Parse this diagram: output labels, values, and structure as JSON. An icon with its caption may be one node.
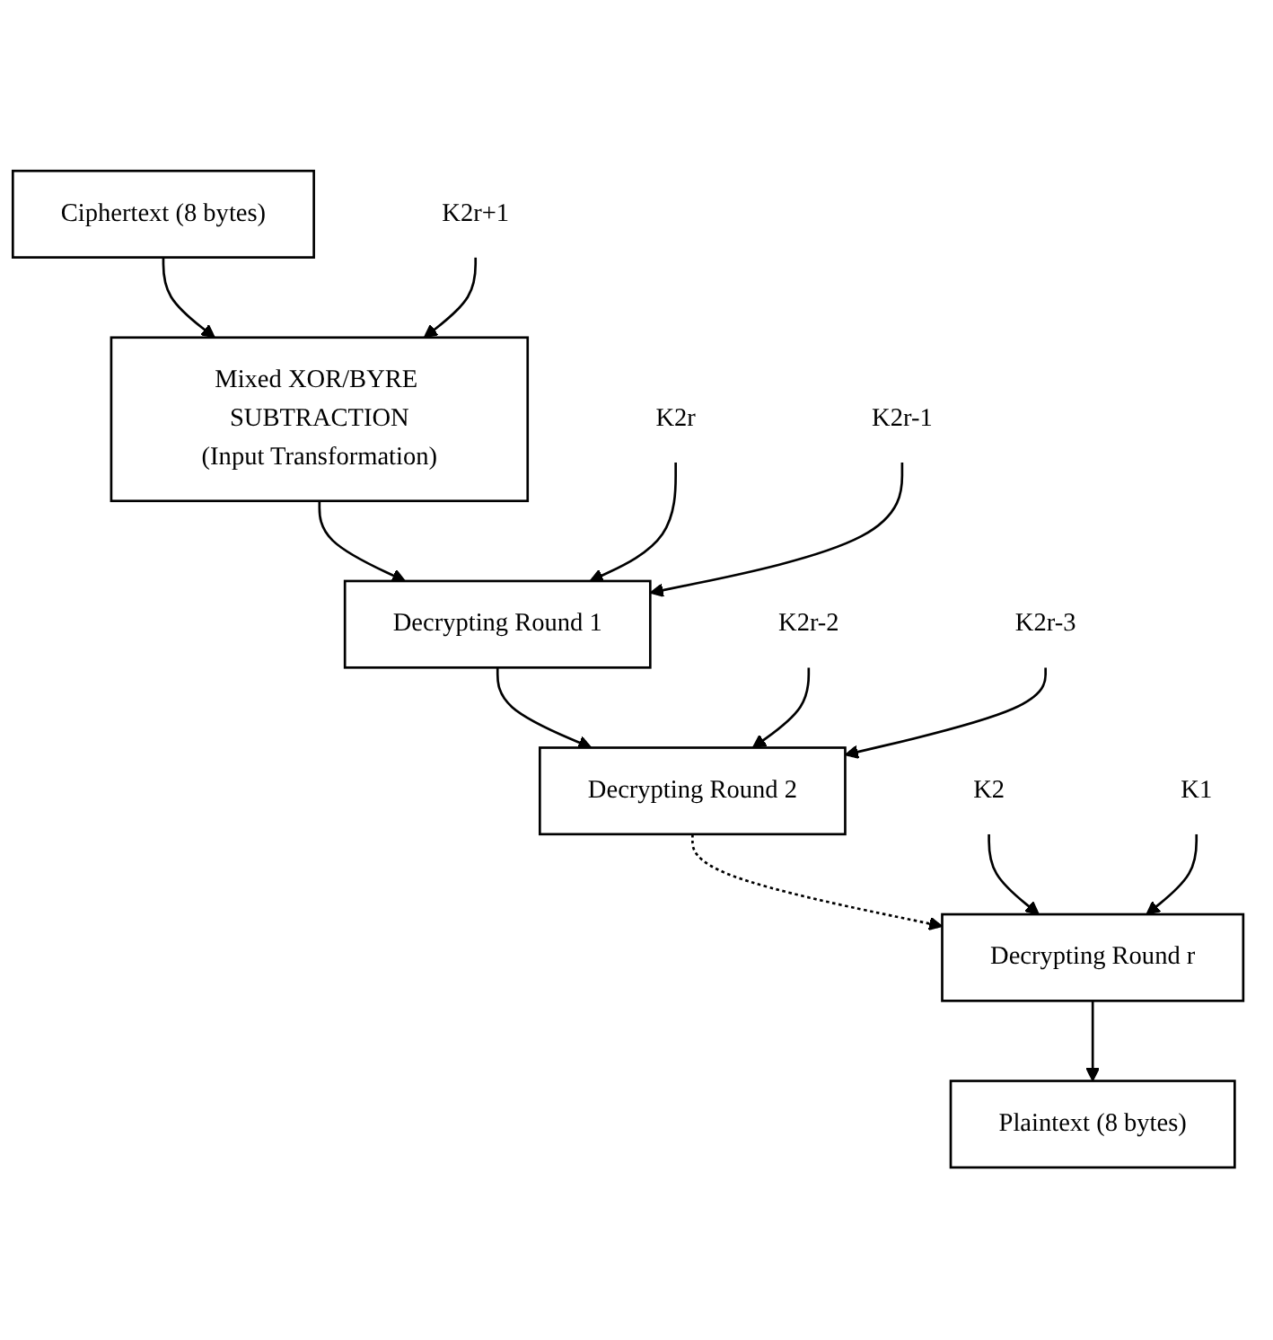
{
  "diagram": {
    "nodes": [
      {
        "text": [
          "Ciphertext (8 bytes)"
        ]
      },
      {
        "text": [
          "Mixed XOR/BYRE SUBTRACTION",
          "(Input Transformation)"
        ]
      },
      {
        "text": [
          "Decrypting Round 1"
        ]
      },
      {
        "text": [
          "Decrypting Round 2"
        ]
      },
      {
        "text": [
          "Decrypting Round r"
        ]
      },
      {
        "text": [
          "Plaintext (8 bytes)"
        ]
      },
      {
        "text": [
          "K2r+1"
        ]
      },
      {
        "text": [
          "K2r"
        ]
      },
      {
        "text": [
          "K2r-1"
        ]
      },
      {
        "text": [
          "K2r-2"
        ]
      },
      {
        "text": [
          "K2r-3"
        ]
      },
      {
        "text": [
          "K2"
        ]
      },
      {
        "text": [
          "K1"
        ]
      }
    ],
    "edges": [
      {
        "from": 0,
        "to": 1,
        "arrow": "to"
      },
      {
        "from": 1,
        "to": 2,
        "arrow": "to"
      },
      {
        "from": 2,
        "to": 3,
        "arrow": "to"
      },
      {
        "from": 3,
        "to": 4,
        "arrow": "to",
        "style": "dashed"
      },
      {
        "from": 4,
        "to": 5,
        "arrow": "to"
      },
      {
        "from": 6,
        "to": 1,
        "arrow": "to"
      },
      {
        "from": 7,
        "to": 2,
        "arrow": "to"
      },
      {
        "from": 8,
        "to": 2,
        "arrow": "to"
      },
      {
        "from": 9,
        "to": 3,
        "arrow": "to"
      },
      {
        "from": 10,
        "to": 3,
        "arrow": "to"
      },
      {
        "from": 11,
        "to": 4,
        "arrow": "to"
      },
      {
        "from": 12,
        "to": 4,
        "arrow": "to"
      }
    ]
  }
}
